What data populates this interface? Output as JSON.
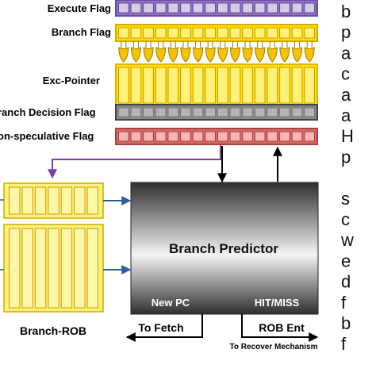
{
  "labels": {
    "execute_flag": "Execute Flag",
    "branch_flag": "Branch Flag",
    "exc_pointer": "Exc-Pointer",
    "branch_decision_flag": "ranch Decision Flag",
    "non_speculative_flag": "on-speculative Flag",
    "branch_rob": "Branch-ROB",
    "branch_predictor": "Branch Predictor",
    "new_pc": "New PC",
    "hit_miss": "HIT/MISS",
    "to_fetch": "To Fetch",
    "rob_ent": "ROB Ent",
    "to_recover": "To Recover Mechanism"
  },
  "side_text": [
    "b",
    "p",
    "a",
    "c",
    "a",
    "a",
    "H",
    "p",
    "",
    "s",
    "c",
    "w",
    "e",
    "d",
    "f",
    "b",
    "f"
  ],
  "colors": {
    "execute_flag": "#d7cce8",
    "yellow": "#ffe100",
    "yellow_light": "#fff27a",
    "gray_cell": "#b5b5b5",
    "pink_cell": "#f5b6b6",
    "purple": "#7a3fb0",
    "arrow_blue": "#2f5f9a",
    "predictor_dark": "#3a3a3a",
    "predictor_light": "#f3f3f3"
  }
}
